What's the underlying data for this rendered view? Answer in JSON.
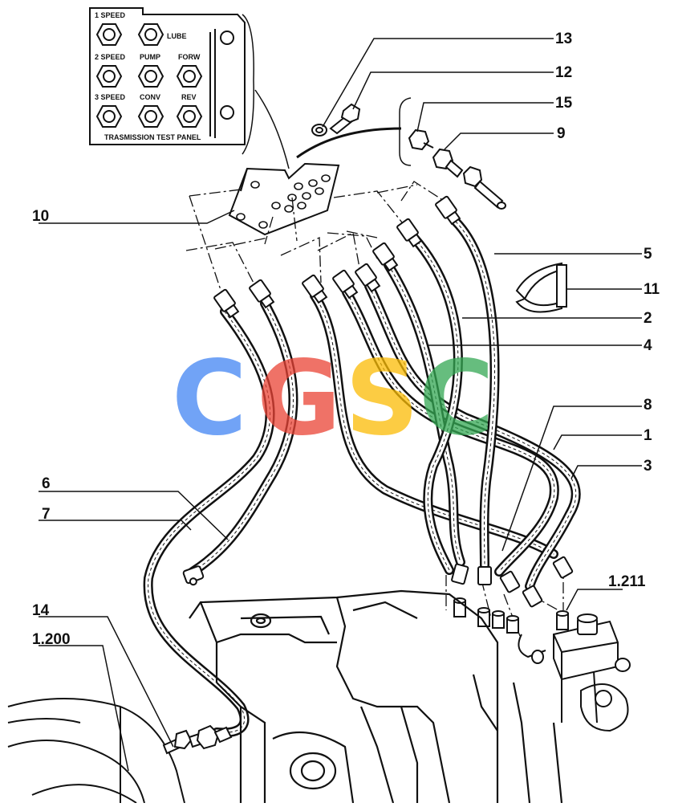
{
  "panel": {
    "title": "TRASMISSION TEST PANEL",
    "labels": {
      "speed1": "1 SPEED",
      "lube": "LUBE",
      "speed2": "2 SPEED",
      "pump": "PUMP",
      "forw": "FORW",
      "speed3": "3 SPEED",
      "conv": "CONV",
      "rev": "REV"
    }
  },
  "callouts": {
    "c13": "13",
    "c12": "12",
    "c15": "15",
    "c9": "9",
    "c10": "10",
    "c5": "5",
    "c11": "11",
    "c2": "2",
    "c4": "4",
    "c8": "8",
    "c1": "1",
    "c3": "3",
    "c6": "6",
    "c7": "7",
    "c1211": "1.211",
    "c14": "14",
    "c1200": "1.200"
  },
  "watermark": {
    "letters": [
      "C",
      "G",
      "S",
      "C"
    ],
    "colors": [
      "#4285F4",
      "#EA4335",
      "#FBBC05",
      "#34A853"
    ]
  }
}
